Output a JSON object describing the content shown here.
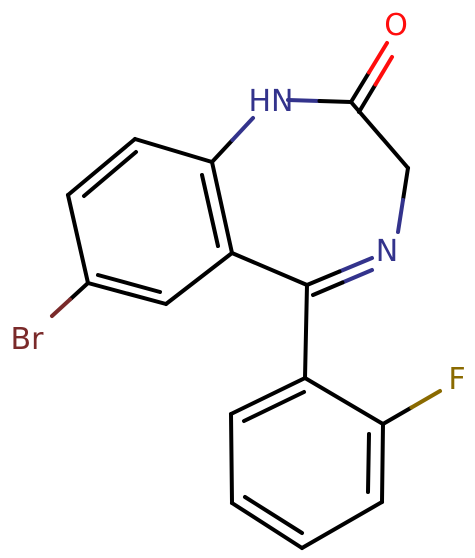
{
  "molecule": {
    "atoms": {
      "nh": "HN",
      "n": "N",
      "o": "O",
      "br": "Br",
      "f": "F"
    },
    "colors": {
      "bond": "#000000",
      "nitrogen": "#33338c",
      "oxygen": "#ff0d0d",
      "bromine": "#7a2a2a",
      "fluorine": "#8a6a00"
    }
  }
}
